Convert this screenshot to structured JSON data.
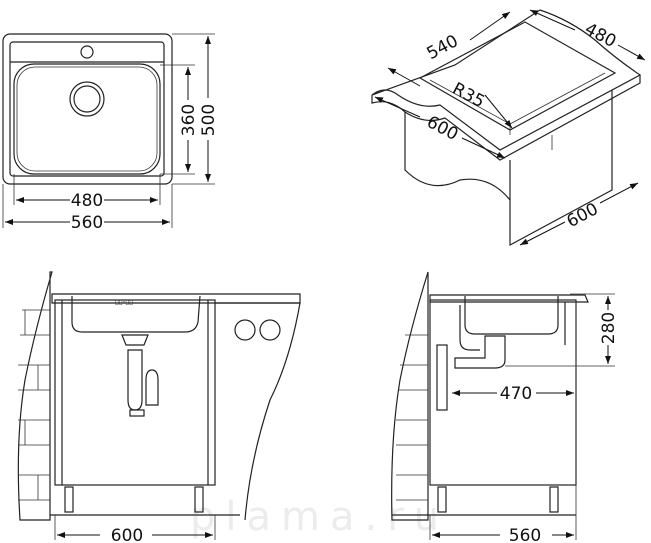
{
  "watermark": "plama.ru",
  "top_view": {
    "dims": {
      "overall_height": "500",
      "bowl_height": "360",
      "bowl_width": "480",
      "overall_width": "560"
    }
  },
  "iso_view": {
    "dims": {
      "bowl_length": "540",
      "bowl_depth": "480",
      "corner_radius": "R35",
      "cabinet_width": "600",
      "cabinet_depth": "600"
    }
  },
  "front_view": {
    "dims": {
      "cabinet_width": "600"
    }
  },
  "side_view": {
    "dims": {
      "bowl_depth": "280",
      "drain_offset": "470",
      "cabinet_depth": "560"
    }
  }
}
